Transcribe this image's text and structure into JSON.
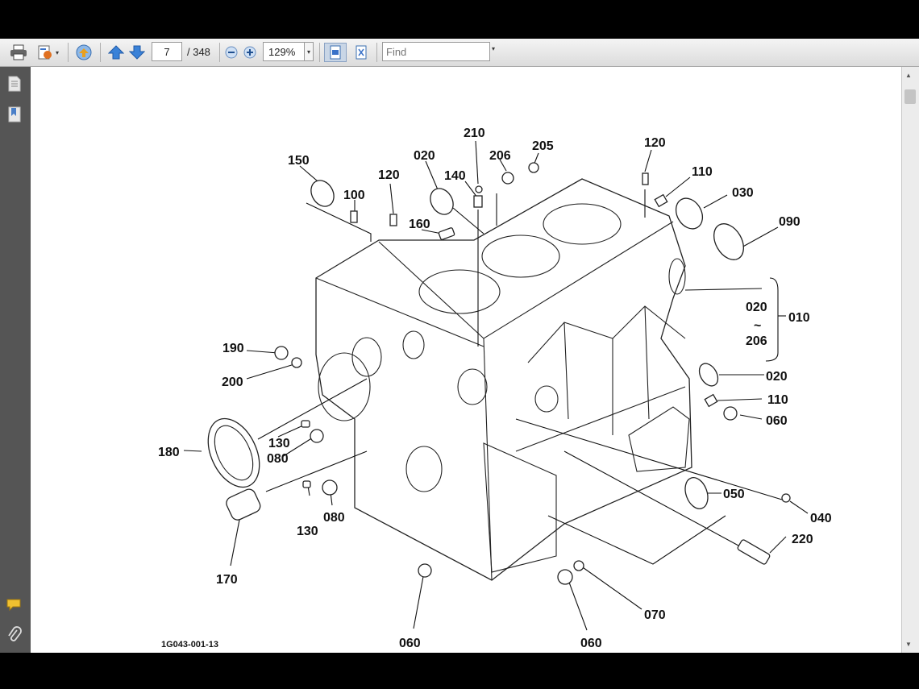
{
  "toolbar": {
    "page_current": "7",
    "page_total": "/ 348",
    "zoom": "129%",
    "find_placeholder": "Find"
  },
  "icons": [
    "print-icon",
    "export-icon",
    "share-icon",
    "previous-page-icon",
    "next-page-icon",
    "zoom-out-icon",
    "zoom-in-icon",
    "fit-width-icon",
    "fit-page-icon",
    "pages-panel-icon",
    "bookmarks-panel-icon",
    "comments-icon",
    "attachments-icon"
  ],
  "diagram": {
    "labels": [
      "210",
      "206",
      "205",
      "120",
      "020",
      "140",
      "150",
      "120",
      "100",
      "110",
      "030",
      "160",
      "090",
      "010",
      "020",
      "206",
      "190",
      "200",
      "020",
      "110",
      "060",
      "130",
      "080",
      "180",
      "050",
      "040",
      "130",
      "080",
      "220",
      "170",
      "070",
      "060",
      "060"
    ],
    "figure_code": "1G043-001-13"
  }
}
